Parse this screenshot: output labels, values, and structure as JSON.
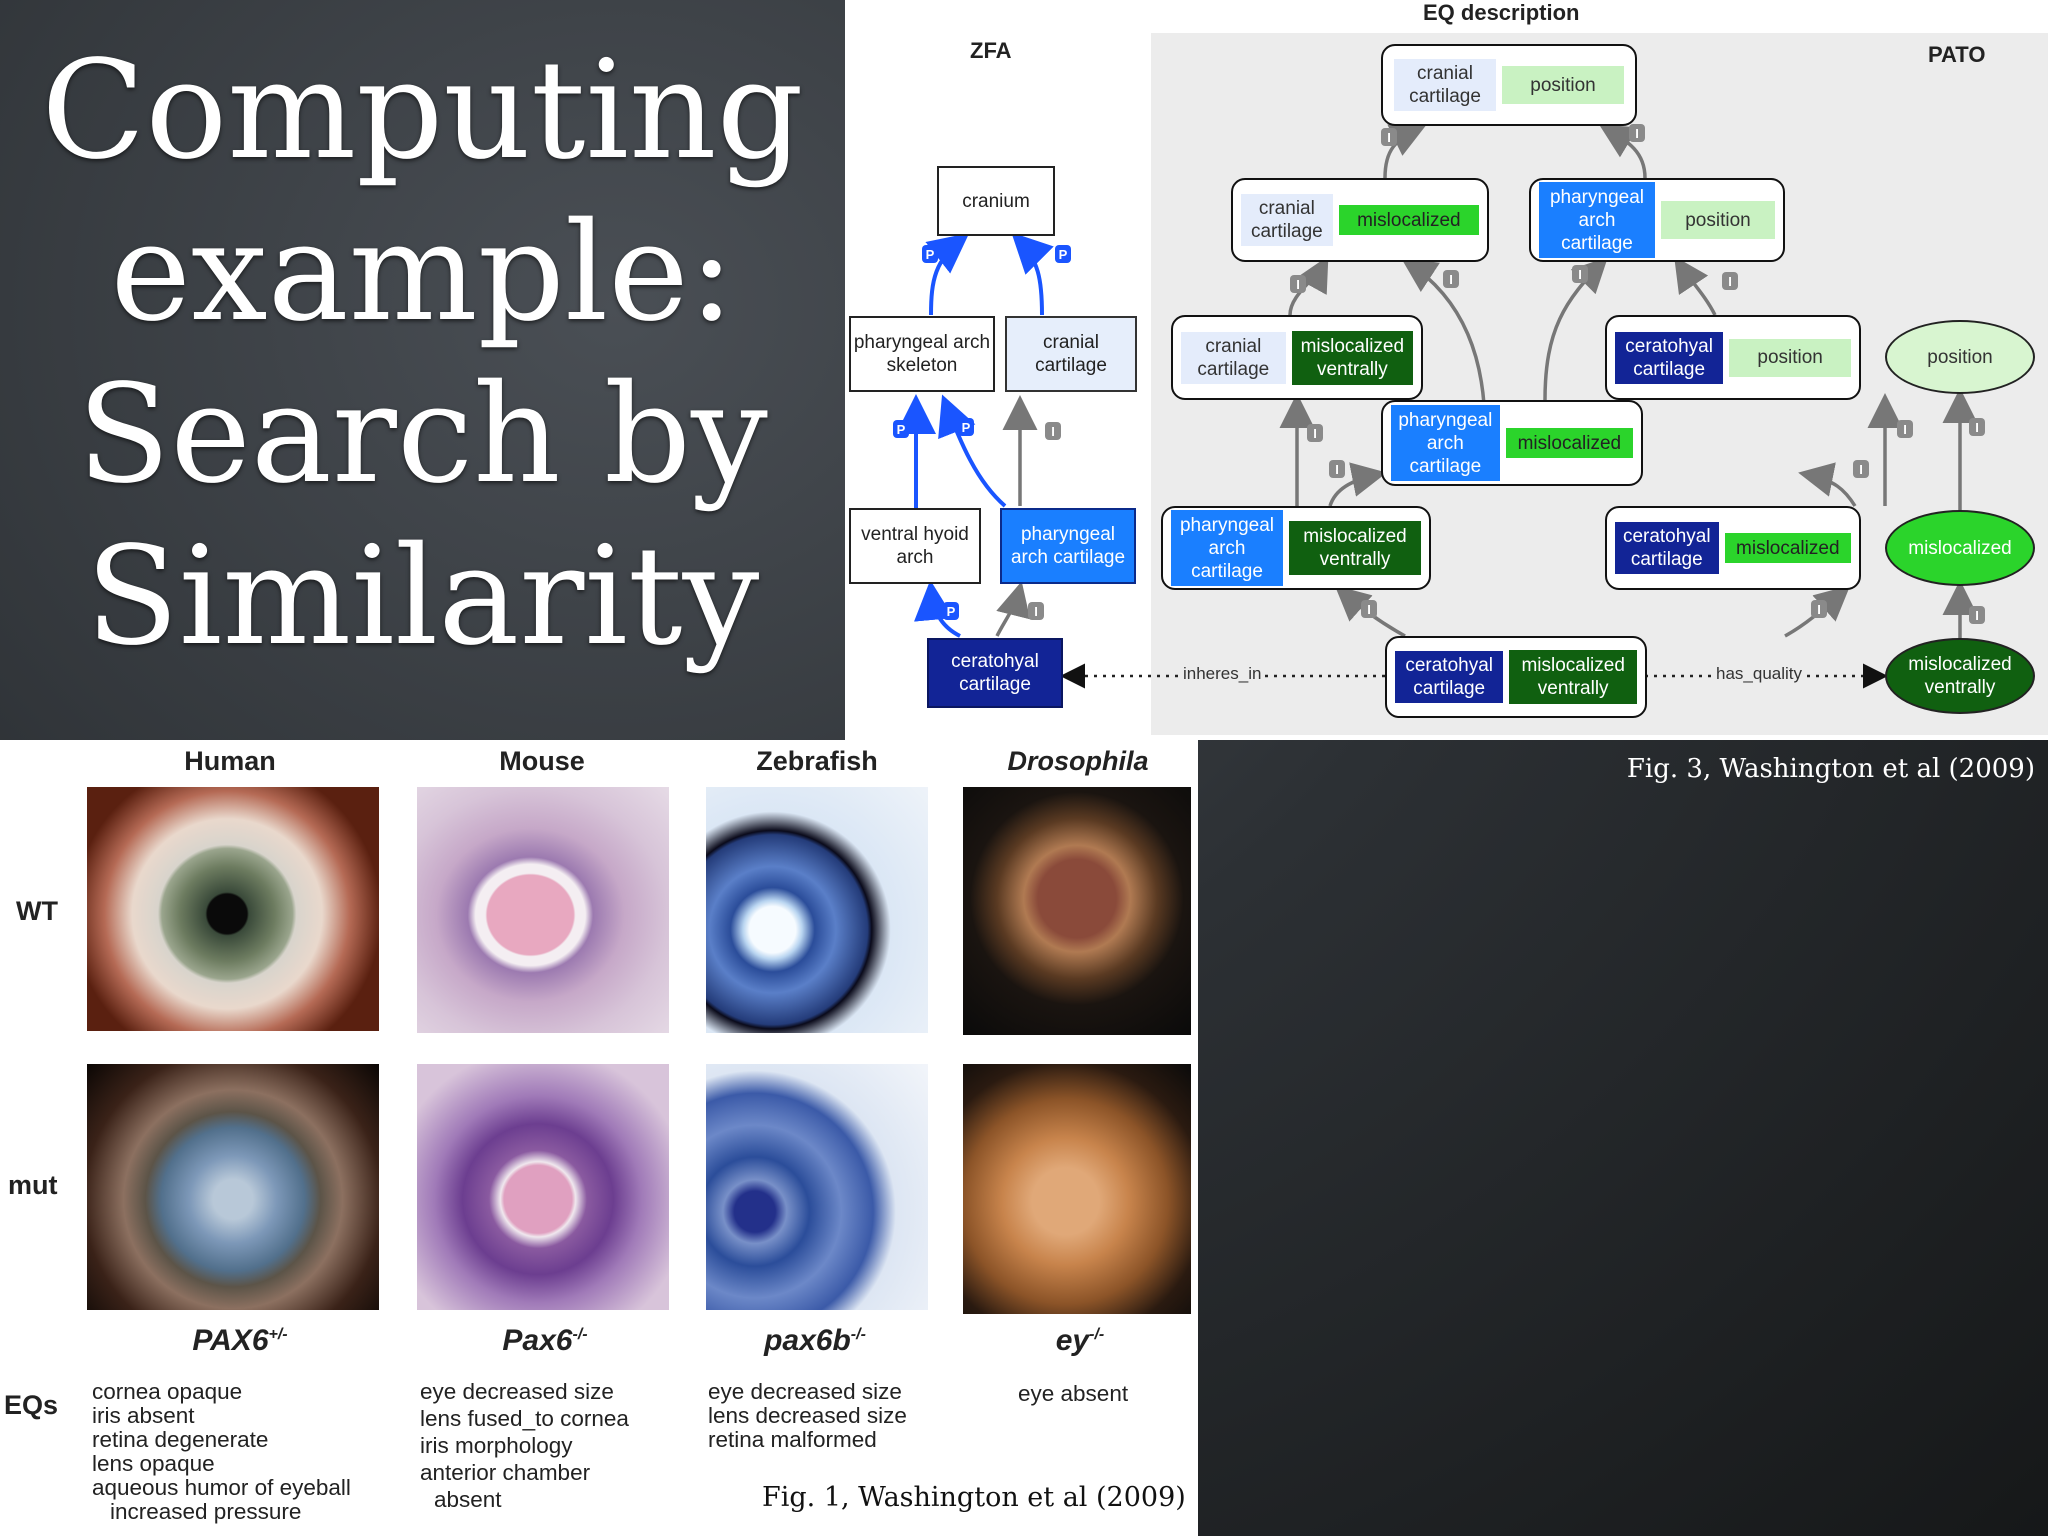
{
  "slide": {
    "title_lines": [
      "Computing",
      "example:",
      "Search by",
      "Similarity"
    ],
    "caption_fig3": "Fig. 3, Washington et al (2009)",
    "caption_fig1": "Fig. 1, Washington et al (2009)"
  },
  "diagram": {
    "col_zfa": "ZFA",
    "col_eq": "EQ description",
    "col_pato": "PATO",
    "zfa_nodes": {
      "cranium": "cranium",
      "pharyngeal_arch_skeleton": "pharyngeal arch skeleton",
      "cranial_cartilage": "cranial cartilage",
      "ventral_hyoid_arch": "ventral hyoid arch",
      "pharyngeal_arch_cartilage": "pharyngeal arch cartilage",
      "ceratohyal_cartilage": "ceratohyal cartilage"
    },
    "eq_nodes": {
      "n1": {
        "entity": "cranial cartilage",
        "quality": "position"
      },
      "n2": {
        "entity": "cranial cartilage",
        "quality": "mislocalized"
      },
      "n3": {
        "entity": "pharyngeal arch cartilage",
        "quality": "position"
      },
      "n4": {
        "entity": "cranial cartilage",
        "quality": "mislocalized ventrally"
      },
      "n5": {
        "entity": "ceratohyal cartilage",
        "quality": "position"
      },
      "n6": {
        "entity": "pharyngeal arch cartilage",
        "quality": "mislocalized"
      },
      "n7": {
        "entity": "pharyngeal arch cartilage",
        "quality": "mislocalized ventrally"
      },
      "n8": {
        "entity": "ceratohyal cartilage",
        "quality": "mislocalized"
      },
      "n9": {
        "entity": "ceratohyal cartilage",
        "quality": "mislocalized ventrally"
      }
    },
    "pato_nodes": {
      "position": "position",
      "mislocalized": "mislocalized",
      "mislocalized_ventrally": "mislocalized ventrally"
    },
    "relations": {
      "inheres_in": "inheres_in",
      "has_quality": "has_quality"
    },
    "badge_p": "P",
    "badge_i": "I",
    "colors": {
      "part_of": "#1a55ff",
      "is_a": "#777777",
      "blue_node": "#1a7fff",
      "navy_node": "#122496",
      "green": "#2bd42b",
      "dark_green": "#106010"
    }
  },
  "eye_figure": {
    "columns": [
      "Human",
      "Mouse",
      "Zebrafish",
      "Drosophila"
    ],
    "rows": [
      "WT",
      "mut"
    ],
    "eqs_label": "EQs",
    "genes": [
      {
        "name": "PAX6",
        "sup": "+/-"
      },
      {
        "name": "Pax6",
        "sup": "-/-"
      },
      {
        "name": "pax6b",
        "sup": "-/-"
      },
      {
        "name": "ey",
        "sup": "-/-"
      }
    ],
    "eq_lists": [
      [
        "cornea opaque",
        "iris absent",
        "retina degenerate",
        "lens opaque",
        "aqueous humor of eyeball",
        "   increased pressure"
      ],
      [
        "eye decreased size",
        "lens fused_to cornea",
        "iris morphology",
        "anterior chamber",
        "   absent"
      ],
      [
        "eye decreased size",
        "lens decreased size",
        "retina malformed"
      ],
      [
        "eye absent"
      ]
    ]
  }
}
